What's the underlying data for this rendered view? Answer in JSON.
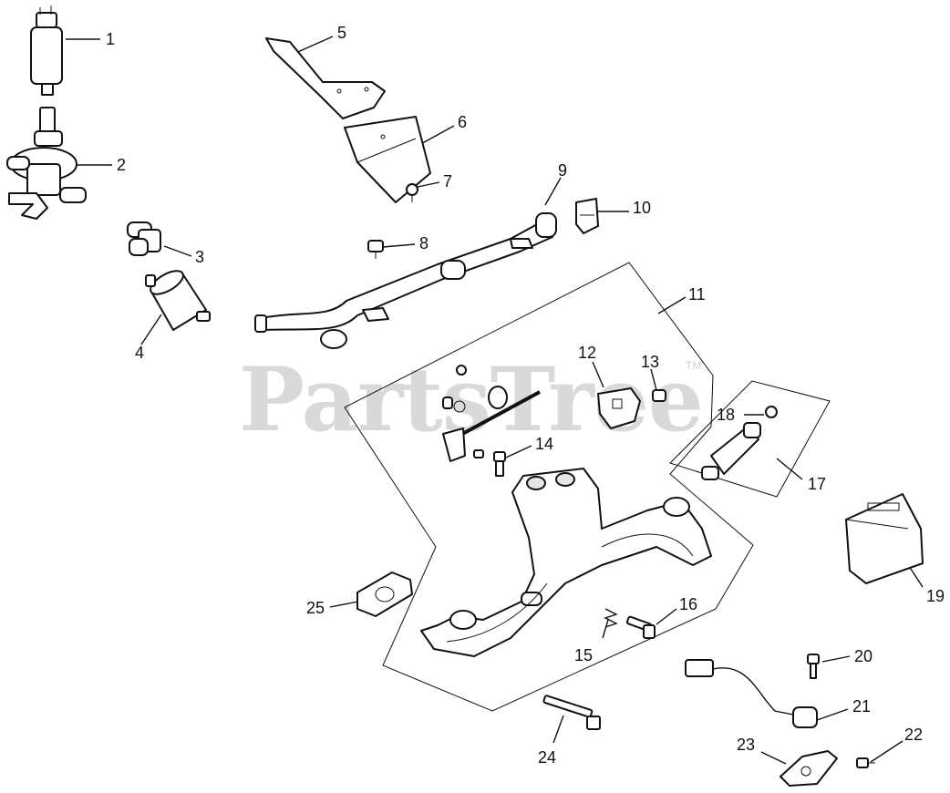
{
  "watermark": "PartsTree",
  "watermark_tm": "TM",
  "callouts": [
    "1",
    "2",
    "3",
    "4",
    "5",
    "6",
    "7",
    "8",
    "9",
    "10",
    "11",
    "12",
    "13",
    "14",
    "15",
    "16",
    "17",
    "18",
    "19",
    "20",
    "21",
    "22",
    "23",
    "24",
    "25"
  ]
}
